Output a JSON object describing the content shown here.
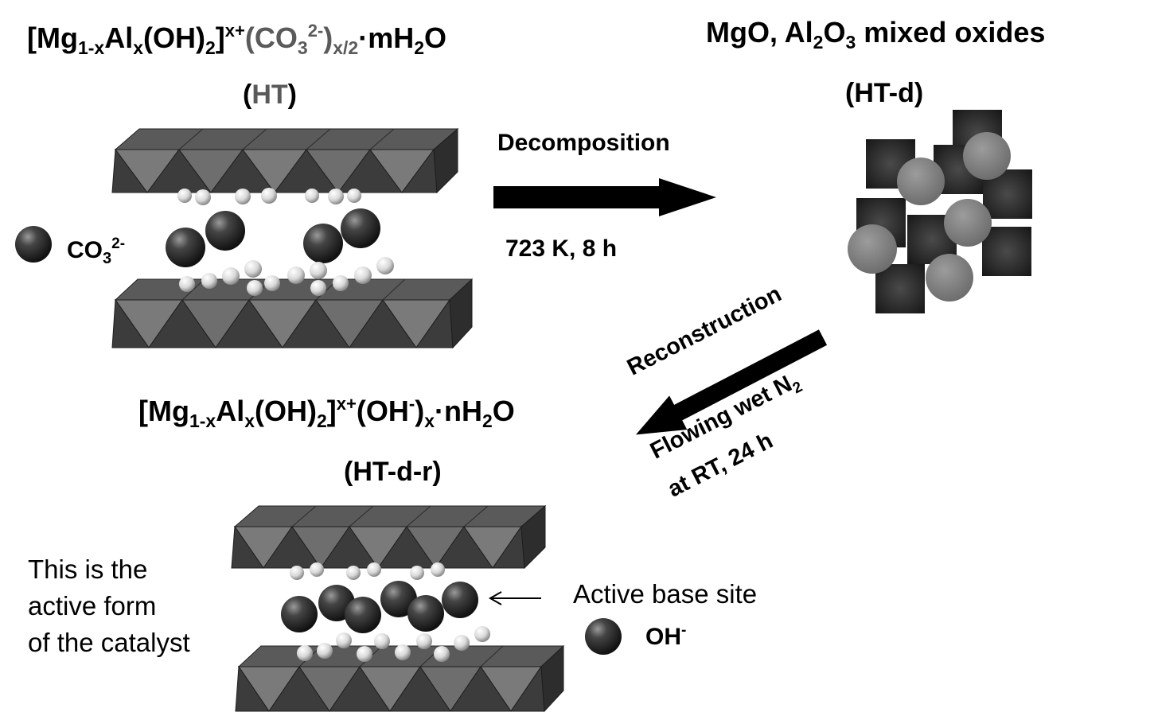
{
  "formula_ht": {
    "p1": "[Mg",
    "s1": "1-x",
    "p2": "Al",
    "s2": "x",
    "p3": "(OH)",
    "s3": "2",
    "p4": "]",
    "sup1": "x+",
    "p5": "(CO",
    "s4": "3",
    "sup2": "2-",
    "p6": ")",
    "s5": "x/2",
    "p7": "·mH",
    "s6": "2",
    "p8": "O"
  },
  "label_ht": {
    "open": "(",
    "text": "HT",
    "close": ")"
  },
  "formula_htd": {
    "p1": "MgO, Al",
    "s1": "2",
    "p2": "O",
    "s2": "3",
    "p3": " mixed oxides"
  },
  "label_htd": "(HT-d)",
  "decomposition": {
    "label": "Decomposition",
    "condition": "723 K, 8 h"
  },
  "carbonate_legend": {
    "p1": "CO",
    "s1": "3",
    "sup1": "2-"
  },
  "reconstruction": {
    "label": "Reconstruction",
    "line1_p1": "Flowing wet N",
    "line1_s1": "2",
    "line2": "at RT, 24 h"
  },
  "formula_htdr": {
    "p1": "[Mg",
    "s1": "1-x",
    "p2": "Al",
    "s2": "x",
    "p3": "(OH)",
    "s3": "2",
    "p4": "]",
    "sup1": "x+",
    "p5": "(OH",
    "sup2": "-",
    "p6": ")",
    "s4": "x",
    "p7": "·nH",
    "s5": "2",
    "p8": "O"
  },
  "label_htdr": "(HT-d-r)",
  "note": {
    "line1": "This is the",
    "line2": "active form",
    "line3": "of the catalyst"
  },
  "active_site_label": "Active base site",
  "hydroxide_legend": {
    "p1": "OH",
    "sup1": "-"
  },
  "colors": {
    "sheet_light": "#6e6e6e",
    "sheet_dark": "#3a3a3a",
    "sphere_dark": "#2e2e2e",
    "sphere_grey": "#8a8a8a",
    "square": "#262626",
    "label_grey": "#5a5a5a"
  }
}
